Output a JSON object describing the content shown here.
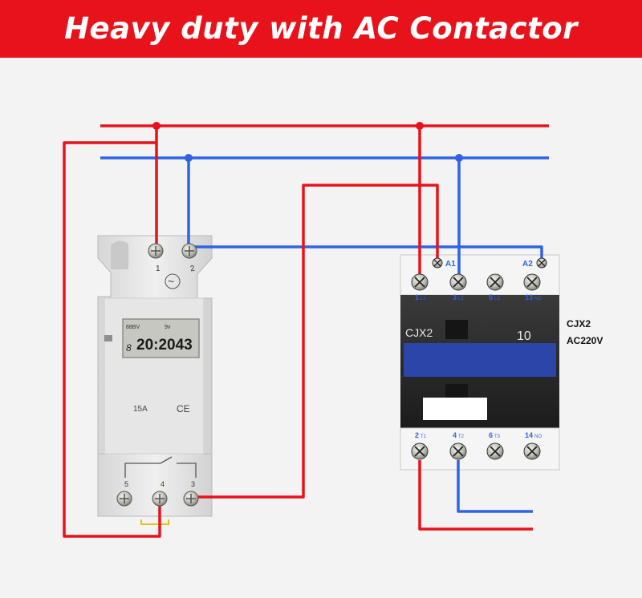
{
  "title": "Heavy duty with AC Contactor",
  "colors": {
    "banner": "#e8121b",
    "live_wire": "#e8121b",
    "neutral_wire": "#2f63e6",
    "timer_body": "#e3e3e3",
    "contactor_band": "#2b46a8",
    "lcd": "#c9c9c4"
  },
  "timer": {
    "top_terminals": [
      "1",
      "2"
    ],
    "ac_symbol": "~",
    "lcd_small_left": "88BV",
    "lcd_small_right": "9v",
    "lcd_digits": "20:2043",
    "lcd_left_digit": "8",
    "rating": "15A",
    "cert": "CE",
    "bottom_terminals": [
      "5",
      "4",
      "3"
    ]
  },
  "contactor": {
    "coil_terminals": [
      "A1",
      "A2"
    ],
    "top_labels": [
      {
        "num": "1",
        "sub": "L1"
      },
      {
        "num": "3",
        "sub": "L2"
      },
      {
        "num": "5",
        "sub": "L3"
      },
      {
        "num": "13",
        "sub": "NO"
      }
    ],
    "brand": "CJX2",
    "rating_code": "10",
    "bottom_labels": [
      {
        "num": "2",
        "sub": "T1"
      },
      {
        "num": "4",
        "sub": "T2"
      },
      {
        "num": "6",
        "sub": "T3"
      },
      {
        "num": "14",
        "sub": "NO"
      }
    ],
    "side_model": "CJX2",
    "side_voltage": "AC220V"
  }
}
